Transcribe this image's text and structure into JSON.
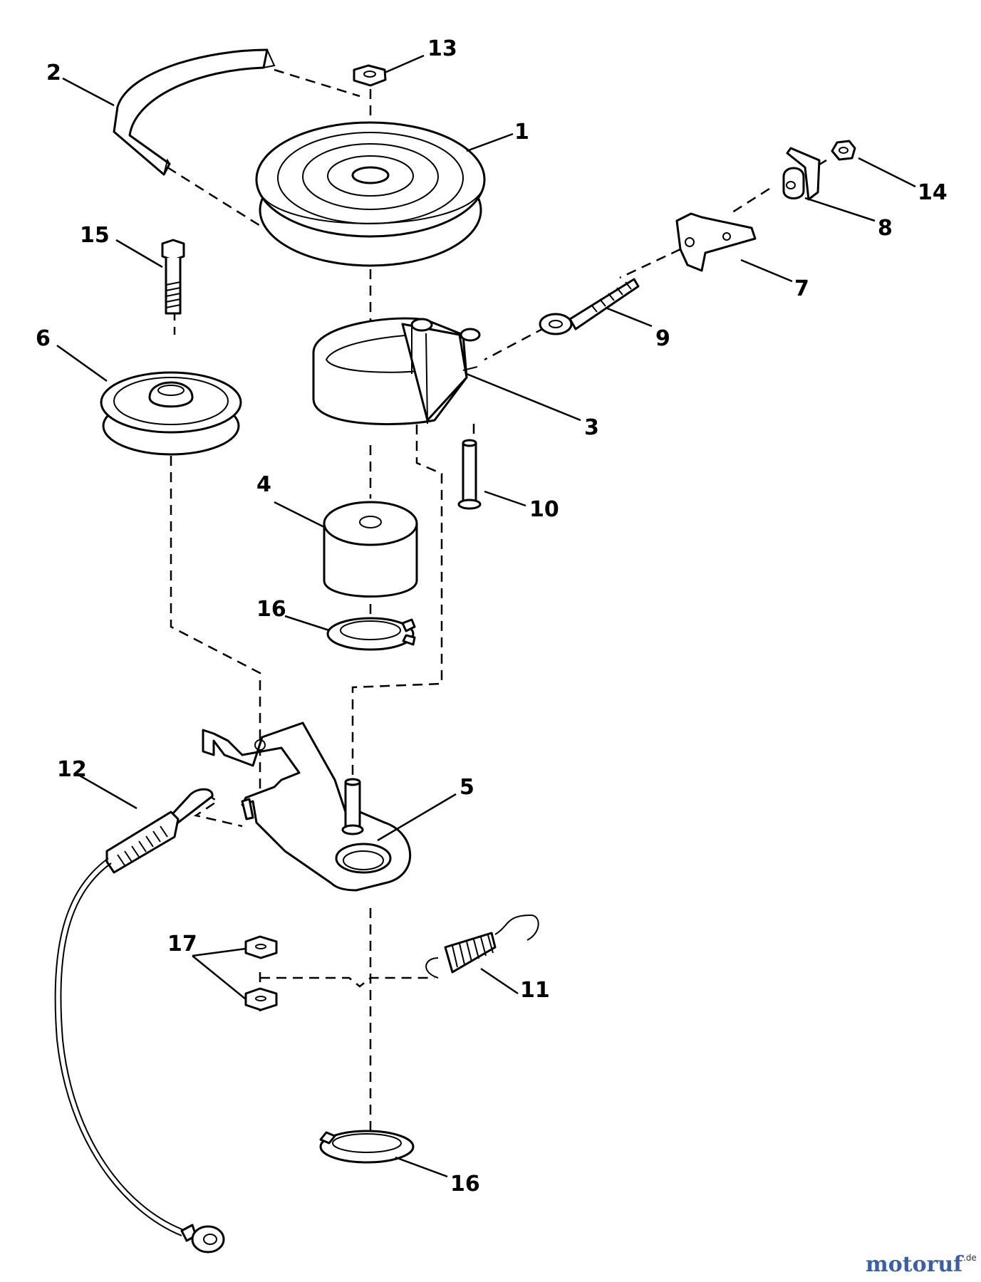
{
  "callouts": [
    {
      "id": "1",
      "label": "1"
    },
    {
      "id": "2",
      "label": "2"
    },
    {
      "id": "3",
      "label": "3"
    },
    {
      "id": "4",
      "label": "4"
    },
    {
      "id": "5",
      "label": "5"
    },
    {
      "id": "6",
      "label": "6"
    },
    {
      "id": "7",
      "label": "7"
    },
    {
      "id": "8",
      "label": "8"
    },
    {
      "id": "9",
      "label": "9"
    },
    {
      "id": "10",
      "label": "10"
    },
    {
      "id": "11",
      "label": "11"
    },
    {
      "id": "12",
      "label": "12"
    },
    {
      "id": "13",
      "label": "13"
    },
    {
      "id": "14",
      "label": "14"
    },
    {
      "id": "15",
      "label": "15"
    },
    {
      "id": "16a",
      "label": "16"
    },
    {
      "id": "16b",
      "label": "16"
    },
    {
      "id": "17",
      "label": "17"
    }
  ],
  "watermark": {
    "brand": "motoruf",
    "tld": ".de"
  },
  "colors": {
    "line": "#000000",
    "background": "#ffffff",
    "watermark": "#3a5fa8"
  }
}
